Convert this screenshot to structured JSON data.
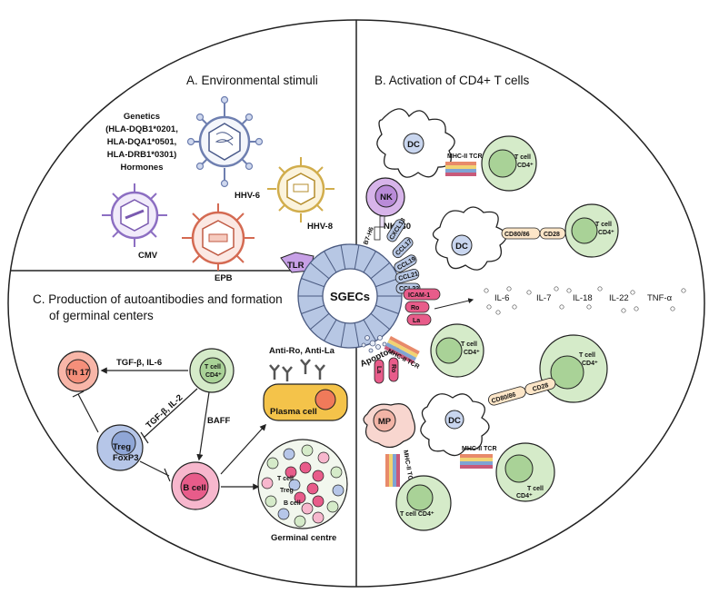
{
  "sections": {
    "a": "A. Environmental stimuli",
    "b": "B. Activation of CD4+ T cells",
    "c1": "C. Production of autoantibodies and formation",
    "c2": "of germinal centers"
  },
  "genetics": [
    "Genetics",
    "(HLA-DQB1*0201,",
    "HLA-DQA1*0501,",
    "HLA-DRB1*0301)",
    "Hormones"
  ],
  "viruses": {
    "hhv6": "HHV-6",
    "hhv8": "HHV-8",
    "cmv": "CMV",
    "epb": "EPB"
  },
  "center": {
    "sgecs": "SGECs",
    "tlr": "TLR",
    "apoptosis": "Apoptosis"
  },
  "nk": {
    "nk": "NK",
    "b7h6": "B7-H6",
    "nkp30": "NKp30"
  },
  "chemokines": [
    "CXCL13",
    "CCL17",
    "CCL19",
    "CCL21",
    "CCL22"
  ],
  "surface": {
    "icam": "ICAM-1",
    "ro": "Ro",
    "la": "La"
  },
  "cells": {
    "dc": "DC",
    "tcell": "T cell",
    "cd4": "CD4⁺",
    "tcell_cd4_inline": "T cell CD4⁺",
    "mp": "MP",
    "th17": "Th 17",
    "treg": "Treg",
    "foxp3": "FoxP3",
    "bcell": "B cell",
    "plasma": "Plasma cell",
    "germinal": "Germinal centre",
    "gc_tcell": "T cell",
    "gc_treg": "Treg",
    "gc_bcell": "B cell"
  },
  "receptors": {
    "mhc_tcr": "MHC-II TCR",
    "cd80": "CD80/86",
    "cd28": "CD28"
  },
  "cytokines": [
    "IL-6",
    "IL-7",
    "IL-18",
    "IL-22",
    "TNF-α"
  ],
  "arrows": {
    "tgf_il6": "TGF-β, IL-6",
    "tgf_il2": "TGF-β, IL-2",
    "baff": "BAFF",
    "antibodies": "Anti-Ro, Anti-La"
  },
  "colors": {
    "tcell": "#d5ebc9",
    "dc": "#c9d6ef",
    "sgec": "#b7c7e4",
    "nk": "#d7b4ea",
    "tlr": "#c7a0e6",
    "pink": "#e85c8a",
    "plasma": "#f4c34a",
    "th17": "#f8b6a8",
    "treg": "#b6c6e8"
  }
}
